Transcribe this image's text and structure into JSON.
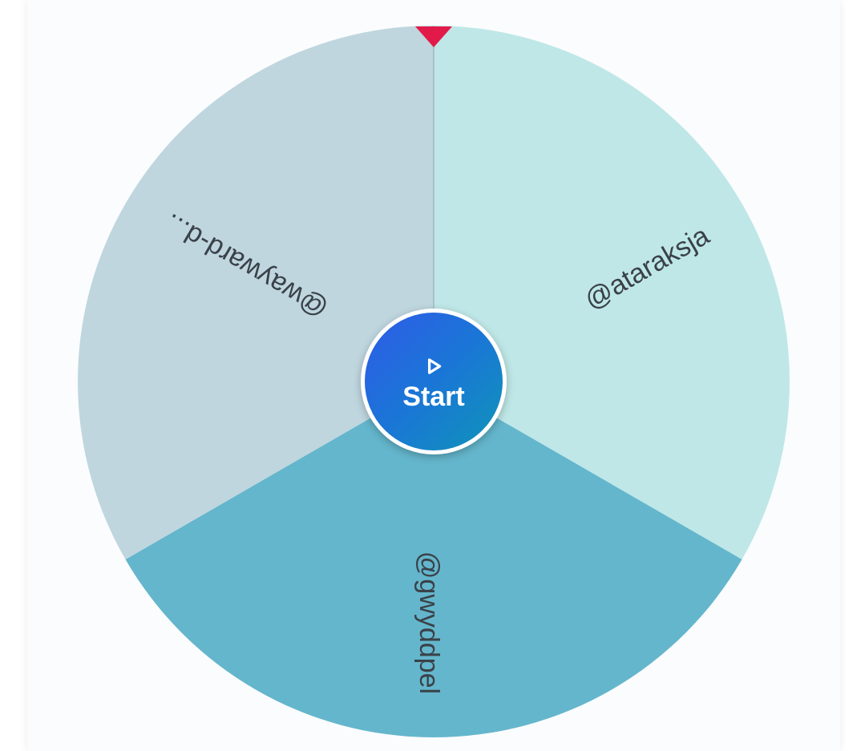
{
  "wheel": {
    "segments": [
      {
        "label": "@ataraksja",
        "color": "#bfe7e7"
      },
      {
        "label": "@gwyddpel",
        "color": "#64b6cc"
      },
      {
        "label": "@wayward-d...",
        "color": "#bfd6df"
      }
    ],
    "pointer_color": "#e21a4a",
    "divider_color": "#9fb9c2"
  },
  "start_button": {
    "label": "Start",
    "icon": "play-icon"
  }
}
